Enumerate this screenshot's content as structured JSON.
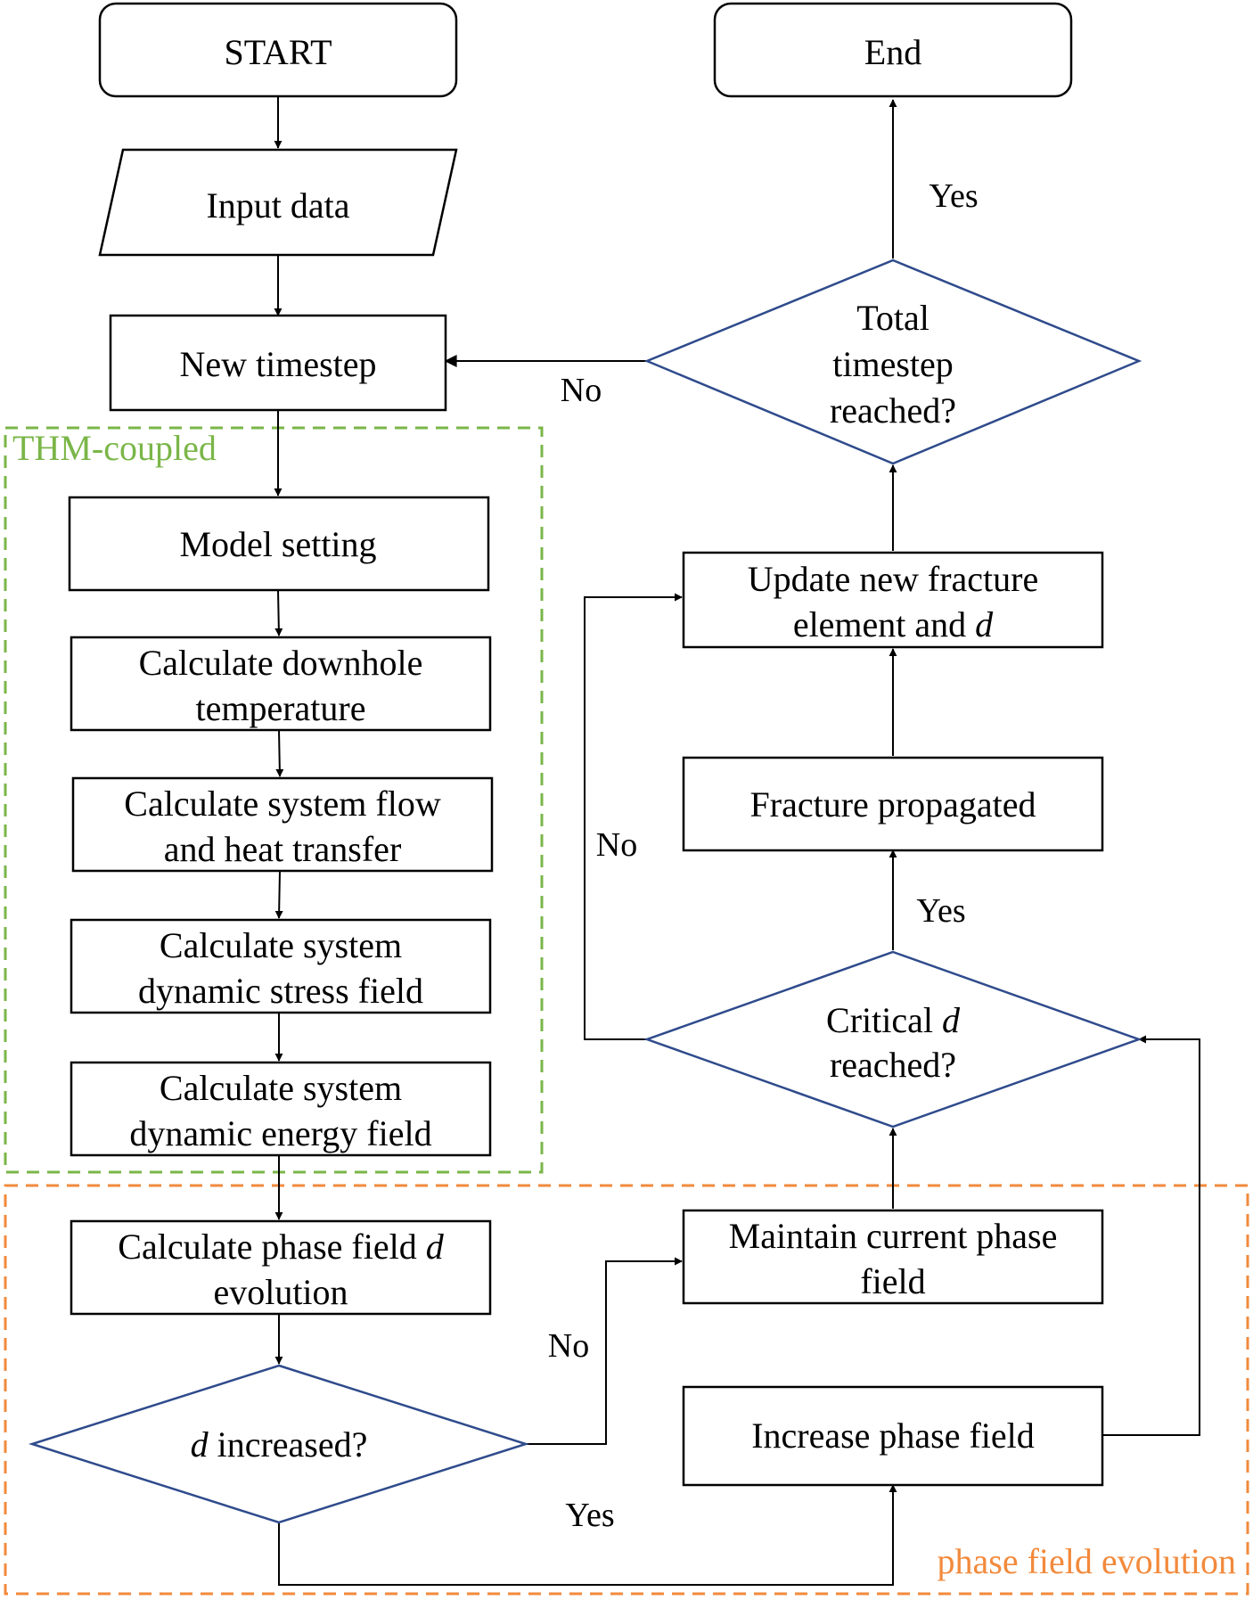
{
  "colors": {
    "box_stroke": "#000000",
    "decision_stroke": "#2f4b8c",
    "thm_group": "#7ab648",
    "phase_group": "#f28a3c"
  },
  "groups": {
    "thm": {
      "label": "THM-coupled"
    },
    "phase": {
      "label": "phase field evolution"
    }
  },
  "nodes": {
    "start": {
      "label": "START"
    },
    "end": {
      "label": "End"
    },
    "input": {
      "label": "Input data"
    },
    "new_timestep": {
      "label": "New timestep"
    },
    "model_setting": {
      "label": "Model setting"
    },
    "calc_temp": {
      "line1": "Calculate downhole",
      "line2": "temperature"
    },
    "calc_flow": {
      "line1": "Calculate system flow",
      "line2": "and heat transfer"
    },
    "calc_stress": {
      "line1": "Calculate system",
      "line2": "dynamic stress field"
    },
    "calc_energy": {
      "line1": "Calculate system",
      "line2": "dynamic energy field"
    },
    "calc_phase": {
      "line1_text": "Calculate phase field ",
      "line1_var": "d",
      "line2": "evolution"
    },
    "d_increased": {
      "var": "d",
      "text": " increased?"
    },
    "maintain": {
      "line1": "Maintain current phase",
      "line2": "field"
    },
    "increase": {
      "label": "Increase phase field"
    },
    "critical": {
      "line1_text": "Critical ",
      "line1_var": "d",
      "line2": "reached?"
    },
    "fracture_propagated": {
      "label": "Fracture propagated"
    },
    "update": {
      "line1": "Update new fracture",
      "line2_text": "element and ",
      "line2_var": "d"
    },
    "total": {
      "line1": "Total",
      "line2": "timestep",
      "line3": "reached?"
    }
  },
  "edges": {
    "total_yes": "Yes",
    "total_no": "No",
    "critical_yes": "Yes",
    "critical_no": "No",
    "increased_no": "No",
    "increased_yes": "Yes"
  }
}
